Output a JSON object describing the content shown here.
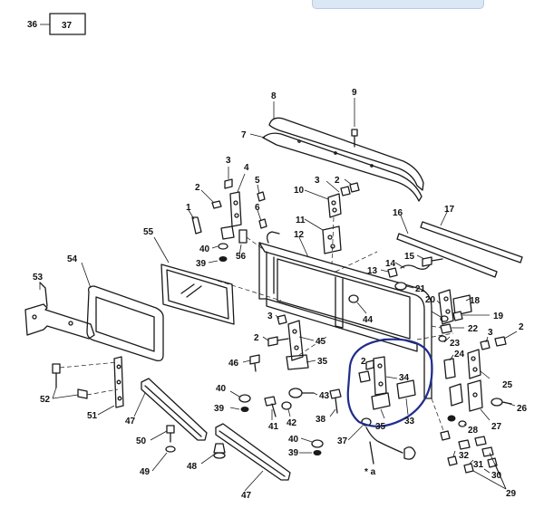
{
  "header": {
    "figure_ref": "36",
    "sheet_ref": "37"
  },
  "callouts": {
    "c1": "1",
    "c2a": "2",
    "c2b": "2",
    "c2c": "2",
    "c2d": "2",
    "c2e": "2",
    "c3a": "3",
    "c3b": "3",
    "c3c": "3",
    "c3d": "3",
    "c4": "4",
    "c5": "5",
    "c6": "6",
    "c7": "7",
    "c8": "8",
    "c9": "9",
    "c10": "10",
    "c11": "11",
    "c12": "12",
    "c13": "13",
    "c14": "14",
    "c15": "15",
    "c16": "16",
    "c17": "17",
    "c18": "18",
    "c19": "19",
    "c20": "20",
    "c21": "21",
    "c22": "22",
    "c23": "23",
    "c24": "24",
    "c25": "25",
    "c26": "26",
    "c27": "27",
    "c28": "28",
    "c29": "29",
    "c30": "30",
    "c31": "31",
    "c32": "32",
    "c33": "33",
    "c34": "34",
    "c35a": "35",
    "c35b": "35",
    "c37": "37",
    "c38": "38",
    "c39a": "39",
    "c39b": "39",
    "c39c": "39",
    "c40a": "40",
    "c40b": "40",
    "c40c": "40",
    "c41": "41",
    "c42": "42",
    "c43": "43",
    "c44": "44",
    "c45": "45",
    "c46": "46",
    "c47a": "47",
    "c47b": "47",
    "c48": "48",
    "c49": "49",
    "c50": "50",
    "c51": "51",
    "c52": "52",
    "c53": "53",
    "c54": "54",
    "c55": "55",
    "c56": "56",
    "note": "* a"
  },
  "highlight": {
    "color": "#1f2d8a"
  }
}
